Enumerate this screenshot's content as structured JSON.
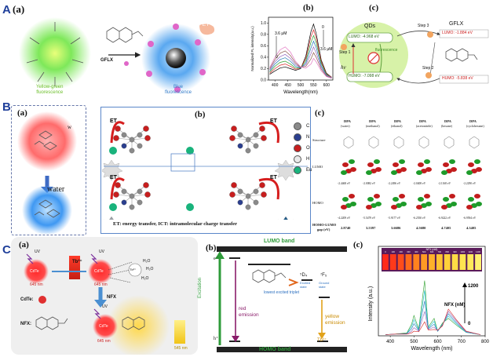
{
  "rows": {
    "A": {
      "label": "A",
      "a": {
        "label": "(a)",
        "left_caption_1": "Yellow-green",
        "left_caption_2": "fluorescence",
        "right_caption_1": "Blue",
        "right_caption_2": "fluorescence",
        "arrow_label": "GFLX",
        "pet_label": "PET"
      },
      "b": {
        "label": "(b)",
        "chart_data": {
          "type": "line",
          "xlabel": "Wavelength(nm)",
          "ylabel": "Normalized FL intensity(a.u.)",
          "xlim": [
            375,
            625
          ],
          "ylim": [
            0,
            1.1
          ],
          "xticks": [
            400,
            450,
            500,
            550,
            600
          ],
          "yticks": [
            0,
            0.2,
            0.4,
            0.6,
            0.8,
            1.0
          ],
          "annotations": [
            "3.6 μM",
            "0",
            "0",
            "3.6 μM"
          ],
          "series_colors": [
            "#000000",
            "#d62728",
            "#2ca02c",
            "#1f77b4",
            "#9467bd",
            "#8c564b",
            "#e377c2"
          ],
          "x": [
            380,
            400,
            420,
            440,
            460,
            480,
            500,
            520,
            540,
            550,
            560,
            580,
            600,
            620
          ],
          "series": [
            {
              "values": [
                0.1,
                0.16,
                0.21,
                0.23,
                0.2,
                0.17,
                0.2,
                0.42,
                0.85,
                0.98,
                0.82,
                0.35,
                0.12,
                0.05
              ]
            },
            {
              "values": [
                0.12,
                0.2,
                0.26,
                0.28,
                0.24,
                0.19,
                0.21,
                0.38,
                0.76,
                0.88,
                0.74,
                0.32,
                0.11,
                0.05
              ]
            },
            {
              "values": [
                0.14,
                0.24,
                0.31,
                0.33,
                0.28,
                0.21,
                0.21,
                0.34,
                0.66,
                0.78,
                0.66,
                0.29,
                0.1,
                0.04
              ]
            },
            {
              "values": [
                0.16,
                0.28,
                0.36,
                0.39,
                0.33,
                0.24,
                0.21,
                0.3,
                0.56,
                0.68,
                0.57,
                0.25,
                0.09,
                0.04
              ]
            },
            {
              "values": [
                0.18,
                0.32,
                0.41,
                0.45,
                0.38,
                0.27,
                0.22,
                0.27,
                0.46,
                0.58,
                0.48,
                0.22,
                0.08,
                0.04
              ]
            },
            {
              "values": [
                0.2,
                0.36,
                0.47,
                0.51,
                0.43,
                0.3,
                0.22,
                0.24,
                0.37,
                0.48,
                0.4,
                0.19,
                0.07,
                0.03
              ]
            },
            {
              "values": [
                0.22,
                0.4,
                0.53,
                0.58,
                0.49,
                0.33,
                0.23,
                0.21,
                0.28,
                0.38,
                0.32,
                0.16,
                0.06,
                0.03
              ]
            }
          ]
        }
      },
      "c": {
        "label": "(c)",
        "qds": "QDs",
        "gflx": "GFLX",
        "lumo_qd": "LUMO: -4.968 eV",
        "homo_qd": "HUMO: -7.098 eV",
        "lumo_gflx": "LUMO: -1.884 eV",
        "homo_gflx": "HUMO: -5.838 eV",
        "fluorescence": "fluorescence",
        "hv": "hν",
        "step1": "Step 1",
        "step2": "Step 2",
        "step3": "Step 3",
        "e": "e"
      }
    },
    "B": {
      "label": "B",
      "a": {
        "label": "(a)",
        "water": "water",
        "w": "w"
      },
      "b": {
        "label": "(b)",
        "et": "ET",
        "ict": "ICT",
        "caption": "ET: energy transfer, ICT: intramolecular charge transfer",
        "legend": [
          {
            "symbol": "C",
            "color": "#8a8a8a"
          },
          {
            "symbol": "N",
            "color": "#2b3f8f"
          },
          {
            "symbol": "O",
            "color": "#c81e1e"
          },
          {
            "symbol": "H",
            "color": "#e9e9e9"
          },
          {
            "symbol": "Eu",
            "color": "#19b37c"
          }
        ]
      },
      "c": {
        "label": "(c)",
        "columns": [
          "DPA (water)",
          "DPA (methanol)",
          "DPA (ethanol)",
          "DPA (acetonitrile)",
          "DPA (hexane)",
          "DPA (cyclohexane)"
        ],
        "row_labels": [
          "Structure",
          "LUMO",
          "HOMO",
          "HOMO-LUMO gap (eV)"
        ],
        "lumo_values": [
          "-2.4468 eV",
          "-2.0082 eV",
          "-2.2496 eV",
          "-2.0408 eV",
          "-2.1168 eV",
          "-2.2290 eV"
        ],
        "homo_values": [
          "-4.2209 eV",
          "-5.5479 eV",
          "-5.9177 eV",
          "-6.2550 eV",
          "-6.9222 eV",
          "-6.9594 eV"
        ],
        "gaps": [
          "2.8740",
          "3.5397",
          "3.6686",
          "4.5680",
          "4.7405",
          "4.3405"
        ]
      }
    },
    "C": {
      "label": "C",
      "a": {
        "label": "(a)",
        "uv": "UV",
        "cdte": "CdTe",
        "tb": "Tb³⁺",
        "h2o": "H₂O",
        "nfx": "NFX",
        "wl_645": "645 nm",
        "wl_545": "545 nm",
        "legend_cdte": "CdTe:",
        "legend_nfx": "NFX:"
      },
      "b": {
        "label": "(b)",
        "lumo_band": "LUMO band",
        "homo_band": "HOMO band",
        "excitation": "Excitation",
        "red_emission_1": "red",
        "red_emission_2": "emission",
        "yellow_emission_1": "yellow",
        "yellow_emission_2": "emission",
        "lowest_triplet": "lowest excited triplet",
        "excited_state": "Excited state",
        "ground_state": "Ground state",
        "d4": "⁵D₄",
        "f5": "⁷F₅",
        "tb": "Tb³⁺",
        "e_minus": "e⁻",
        "h_plus": "h⁺"
      },
      "c": {
        "label": "(c)",
        "chart_data": {
          "type": "line",
          "xlabel": "Wavelength (nm)",
          "ylabel": "Intensity (a.u.)",
          "xlim": [
            350,
            800
          ],
          "ylim": [
            0,
            1
          ],
          "xticks": [
            400,
            500,
            600,
            700,
            800
          ],
          "strip_title": "NFX (nM)",
          "strip_values": [
            "0",
            "100",
            "200",
            "300",
            "400",
            "500",
            "600",
            "700",
            "800",
            "900",
            "1000",
            "1100",
            "1200"
          ],
          "arrow_label": "NFX (nM)",
          "arrow_top": "1200",
          "arrow_bottom": "0",
          "x": [
            380,
            420,
            470,
            490,
            500,
            520,
            545,
            560,
            585,
            600,
            620,
            645,
            680,
            720,
            780
          ],
          "series": [
            {
              "values": [
                0.02,
                0.03,
                0.05,
                0.2,
                0.35,
                0.12,
                0.95,
                0.15,
                0.3,
                0.08,
                0.22,
                0.3,
                0.18,
                0.06,
                0.02
              ]
            },
            {
              "values": [
                0.02,
                0.03,
                0.04,
                0.16,
                0.28,
                0.1,
                0.78,
                0.13,
                0.25,
                0.08,
                0.2,
                0.34,
                0.2,
                0.06,
                0.02
              ]
            },
            {
              "values": [
                0.02,
                0.03,
                0.04,
                0.12,
                0.21,
                0.09,
                0.6,
                0.12,
                0.2,
                0.08,
                0.19,
                0.38,
                0.22,
                0.07,
                0.02
              ]
            },
            {
              "values": [
                0.02,
                0.03,
                0.03,
                0.08,
                0.14,
                0.08,
                0.42,
                0.11,
                0.15,
                0.09,
                0.18,
                0.42,
                0.25,
                0.07,
                0.02
              ]
            },
            {
              "values": [
                0.02,
                0.03,
                0.03,
                0.05,
                0.08,
                0.07,
                0.24,
                0.1,
                0.11,
                0.1,
                0.17,
                0.46,
                0.27,
                0.08,
                0.02
              ]
            }
          ],
          "series_colors": [
            "#2ca02c",
            "#17becf",
            "#1f77b4",
            "#9467bd",
            "#d62728"
          ]
        }
      }
    }
  }
}
